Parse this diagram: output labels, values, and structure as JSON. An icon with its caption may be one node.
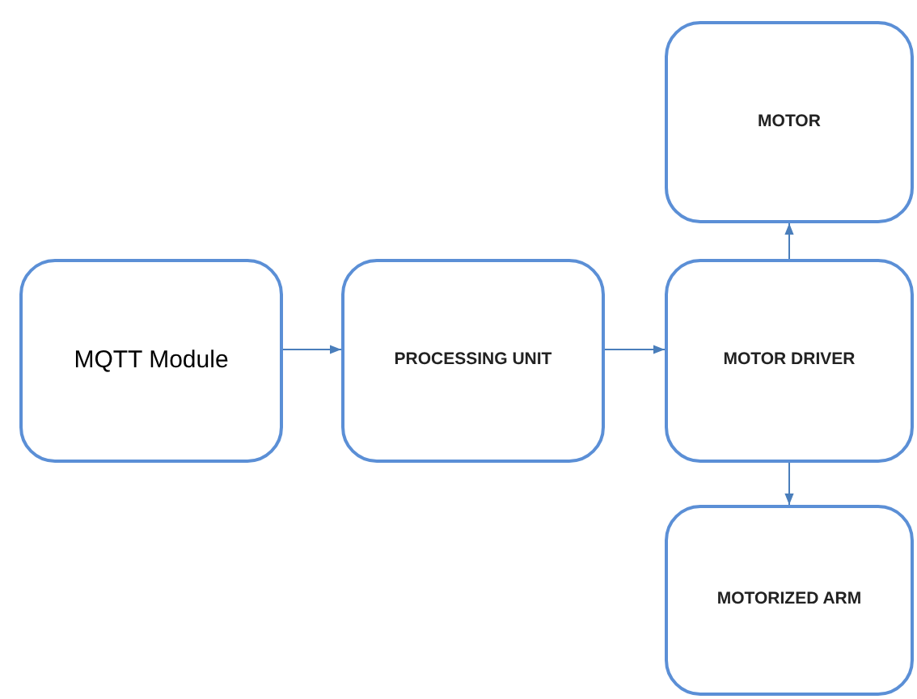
{
  "diagram": {
    "nodes": [
      {
        "text": [
          "MQTT Module"
        ]
      },
      {
        "text": [
          "PROCESSING UNIT"
        ]
      },
      {
        "text": [
          "MOTOR DRIVER"
        ]
      },
      {
        "text": [
          "MOTOR"
        ]
      },
      {
        "text": [
          "MOTORIZED ARM"
        ]
      }
    ],
    "edges": [
      {
        "from": 0,
        "to": 1,
        "arrow": "to"
      },
      {
        "from": 1,
        "to": 2,
        "arrow": "to"
      },
      {
        "from": 2,
        "to": 3,
        "arrow": "to"
      },
      {
        "from": 2,
        "to": 4,
        "arrow": "to"
      }
    ]
  }
}
